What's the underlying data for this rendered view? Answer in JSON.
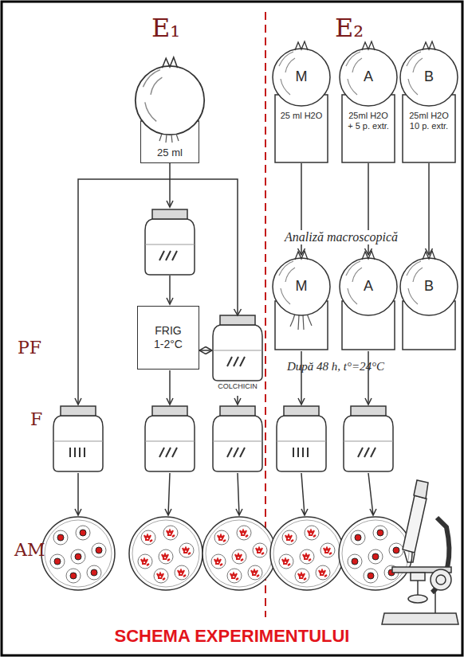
{
  "diagram": {
    "title": "SCHEMA EXPERIMENTULUI",
    "nodes": [
      {
        "text": [
          "25 ml"
        ]
      },
      {
        "text": [
          "M",
          "25 ml H2O"
        ]
      },
      {
        "text": [
          "A",
          "25ml H2O + 5 p. extr."
        ]
      },
      {
        "text": [
          "B",
          "25ml H2O 10 p. extr."
        ]
      },
      {
        "text": [
          "FRIG 1-2°C"
        ]
      },
      {
        "text": [
          "COLCHICIN"
        ]
      },
      {
        "text": [
          "M"
        ]
      },
      {
        "text": [
          "A"
        ]
      },
      {
        "text": [
          "B"
        ]
      }
    ],
    "edges": [
      {
        "from": 0,
        "to": 5,
        "arrow": "to"
      },
      {
        "from": 4,
        "to": 5,
        "arrow": "both"
      },
      {
        "from": 1,
        "to": 6,
        "arrow": "to"
      },
      {
        "from": 2,
        "to": 7,
        "arrow": "to"
      },
      {
        "from": 3,
        "to": 8,
        "arrow": "to"
      }
    ],
    "labels": [
      "E₁",
      "E₂",
      "PF",
      "F",
      "AM",
      "Analiză macroscopică",
      "După 48 h, t°=24°C"
    ]
  }
}
